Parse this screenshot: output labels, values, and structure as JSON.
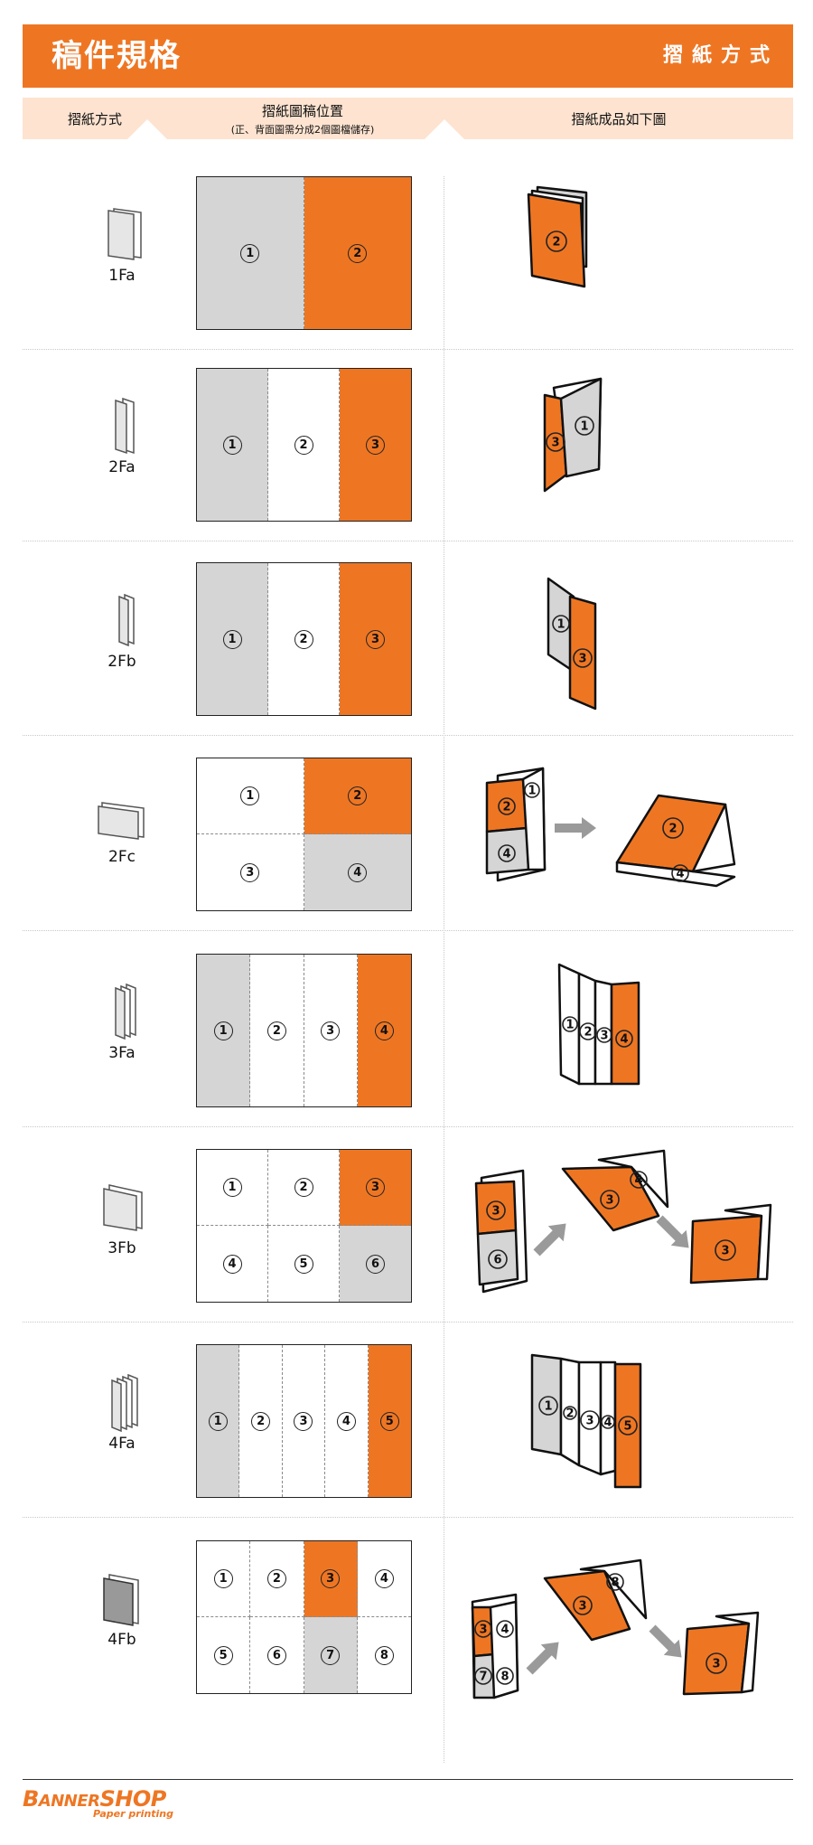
{
  "header": {
    "title": "稿件規格",
    "subtitle": "摺紙方式"
  },
  "columns": {
    "fold_type": "摺紙方式",
    "layout_title": "摺紙圖稿位置",
    "layout_note": "(正、背面圖需分成2個圖檔儲存)",
    "result": "摺紙成品如下圖"
  },
  "rows": [
    {
      "code": "1Fa",
      "cols": 2,
      "rowsN": 1,
      "cells": [
        {
          "n": "1",
          "c": "g"
        },
        {
          "n": "2",
          "c": "o"
        }
      ]
    },
    {
      "code": "2Fa",
      "cols": 3,
      "rowsN": 1,
      "cells": [
        {
          "n": "1",
          "c": "g"
        },
        {
          "n": "2",
          "c": "w"
        },
        {
          "n": "3",
          "c": "o"
        }
      ]
    },
    {
      "code": "2Fb",
      "cols": 3,
      "rowsN": 1,
      "cells": [
        {
          "n": "1",
          "c": "g"
        },
        {
          "n": "2",
          "c": "w"
        },
        {
          "n": "3",
          "c": "o"
        }
      ]
    },
    {
      "code": "2Fc",
      "cols": 2,
      "rowsN": 2,
      "cells": [
        {
          "n": "1",
          "c": "w"
        },
        {
          "n": "2",
          "c": "o"
        },
        {
          "n": "3",
          "c": "w"
        },
        {
          "n": "4",
          "c": "g"
        }
      ]
    },
    {
      "code": "3Fa",
      "cols": 4,
      "rowsN": 1,
      "cells": [
        {
          "n": "1",
          "c": "g"
        },
        {
          "n": "2",
          "c": "w"
        },
        {
          "n": "3",
          "c": "w"
        },
        {
          "n": "4",
          "c": "o"
        }
      ]
    },
    {
      "code": "3Fb",
      "cols": 3,
      "rowsN": 2,
      "cells": [
        {
          "n": "1",
          "c": "w"
        },
        {
          "n": "2",
          "c": "w"
        },
        {
          "n": "3",
          "c": "o"
        },
        {
          "n": "4",
          "c": "w"
        },
        {
          "n": "5",
          "c": "w"
        },
        {
          "n": "6",
          "c": "g"
        }
      ]
    },
    {
      "code": "4Fa",
      "cols": 5,
      "rowsN": 1,
      "cells": [
        {
          "n": "1",
          "c": "g"
        },
        {
          "n": "2",
          "c": "w"
        },
        {
          "n": "3",
          "c": "w"
        },
        {
          "n": "4",
          "c": "w"
        },
        {
          "n": "5",
          "c": "o"
        }
      ]
    },
    {
      "code": "4Fb",
      "cols": 4,
      "rowsN": 2,
      "cells": [
        {
          "n": "1",
          "c": "w"
        },
        {
          "n": "2",
          "c": "w"
        },
        {
          "n": "3",
          "c": "o"
        },
        {
          "n": "4",
          "c": "w"
        },
        {
          "n": "5",
          "c": "w"
        },
        {
          "n": "6",
          "c": "w"
        },
        {
          "n": "7",
          "c": "g"
        },
        {
          "n": "8",
          "c": "w"
        }
      ]
    }
  ],
  "footer": {
    "brand_main_1": "B",
    "brand_main_2": "ANNER",
    "brand_main_3": "SHOP",
    "brand_sub": "Paper printing"
  },
  "colors": {
    "accent": "#ee7623",
    "header_tint": "#fde3d0",
    "gray": "#d5d5d5"
  }
}
